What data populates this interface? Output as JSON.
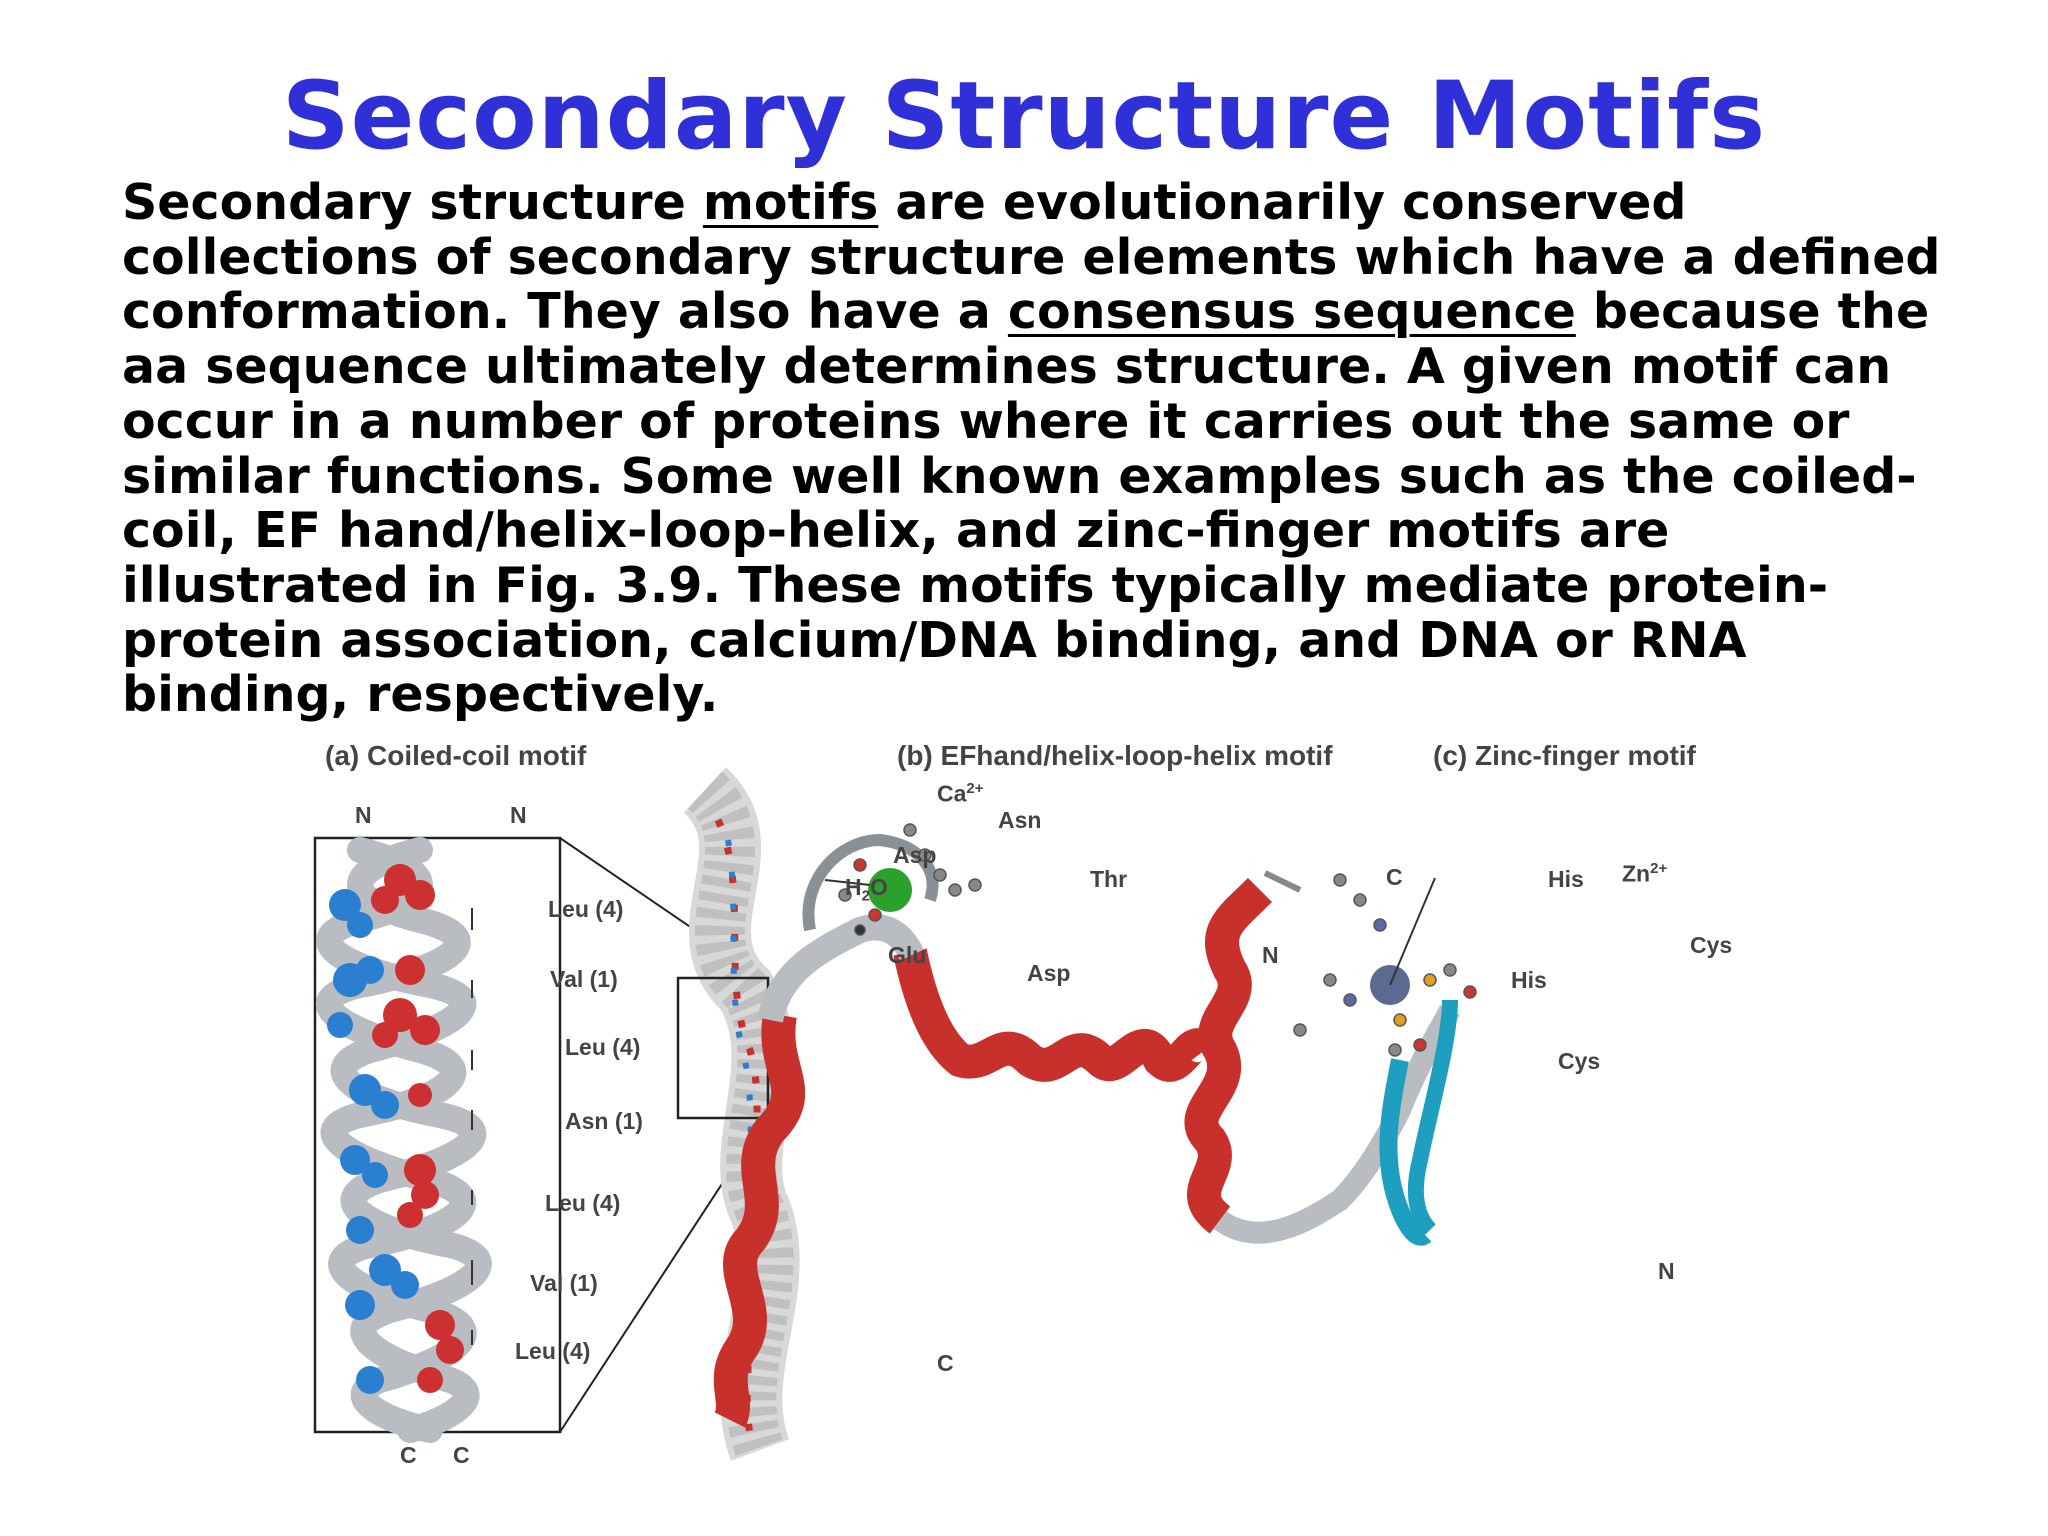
{
  "slide": {
    "title": "Secondary Structure Motifs",
    "paragraph": {
      "l1a": "Secondary structure ",
      "l1u": "motifs",
      "l1b": " are evolutionarily conserved",
      "l2": "collections of secondary structure elements which have a defined",
      "l3a": "conformation. They also have a ",
      "l3u": "consensus sequence",
      "l3b": " because the",
      "l4": "aa sequence ultimately determines structure. A given motif can",
      "l5": "occur in a number of proteins where it carries out the same or",
      "l6": "similar functions. Some well known examples such as the coiled-",
      "l7": "coil, EF hand/helix-loop-helix, and zinc-finger motifs are",
      "l8": "illustrated in Fig. 3.9. These motifs typically mediate protein-",
      "l9": "protein association, calcium/DNA binding, and DNA or RNA",
      "l10": "binding, respectively."
    }
  },
  "figure": {
    "panel_a": {
      "title": "(a) Coiled-coil motif",
      "top_labels": [
        "N",
        "N"
      ],
      "bottom_labels": [
        "C",
        "C"
      ],
      "residues": [
        "Leu (4)",
        "Val (1)",
        "Leu (4)",
        "Asn (1)",
        "Leu (4)",
        "Val (1)",
        "Leu (4)"
      ]
    },
    "panel_b": {
      "title": "(b) EFhand/helix-loop-helix motif",
      "labels": {
        "ca": "Ca",
        "ca_sup": "2+",
        "asn": "Asn",
        "asp1": "Asp",
        "thr": "Thr",
        "h2o_h": "H",
        "h2o_sub": "2",
        "h2o_o": "O",
        "glu": "Glu",
        "asp2": "Asp",
        "n": "N",
        "c": "C"
      }
    },
    "panel_c": {
      "title": "(c) Zinc-finger motif",
      "labels": {
        "c": "C",
        "his1": "His",
        "zn": "Zn",
        "zn_sup": "2+",
        "cys1": "Cys",
        "his2": "His",
        "cys2": "Cys",
        "n": "N"
      }
    },
    "colors": {
      "helix_red": "#c8302c",
      "helix_gray": "#b8bcc0",
      "sphere_blue": "#2a7fd0",
      "sphere_red": "#cc3030",
      "calcium_green": "#2ca02c",
      "strand_cyan": "#1f9fc0",
      "zinc_slate": "#5a6a90"
    }
  }
}
